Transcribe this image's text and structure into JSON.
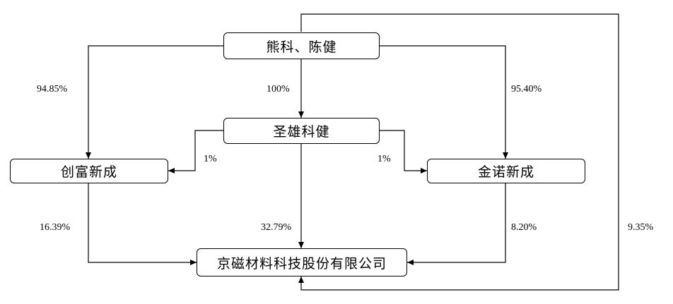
{
  "nodes": {
    "top": "熊科、陈健",
    "middle": "圣雄科健",
    "left": "创富新成",
    "right": "金诺新成",
    "bottom": "京磁材料科技股份有限公司"
  },
  "edges": {
    "top_to_left": "94.85%",
    "top_to_middle": "100%",
    "top_to_right": "95.40%",
    "middle_to_left": "1%",
    "middle_to_right": "1%",
    "left_to_bottom": "16.39%",
    "middle_to_bottom": "32.79%",
    "right_to_bottom": "8.20%",
    "top_to_bottom": "9.35%"
  }
}
